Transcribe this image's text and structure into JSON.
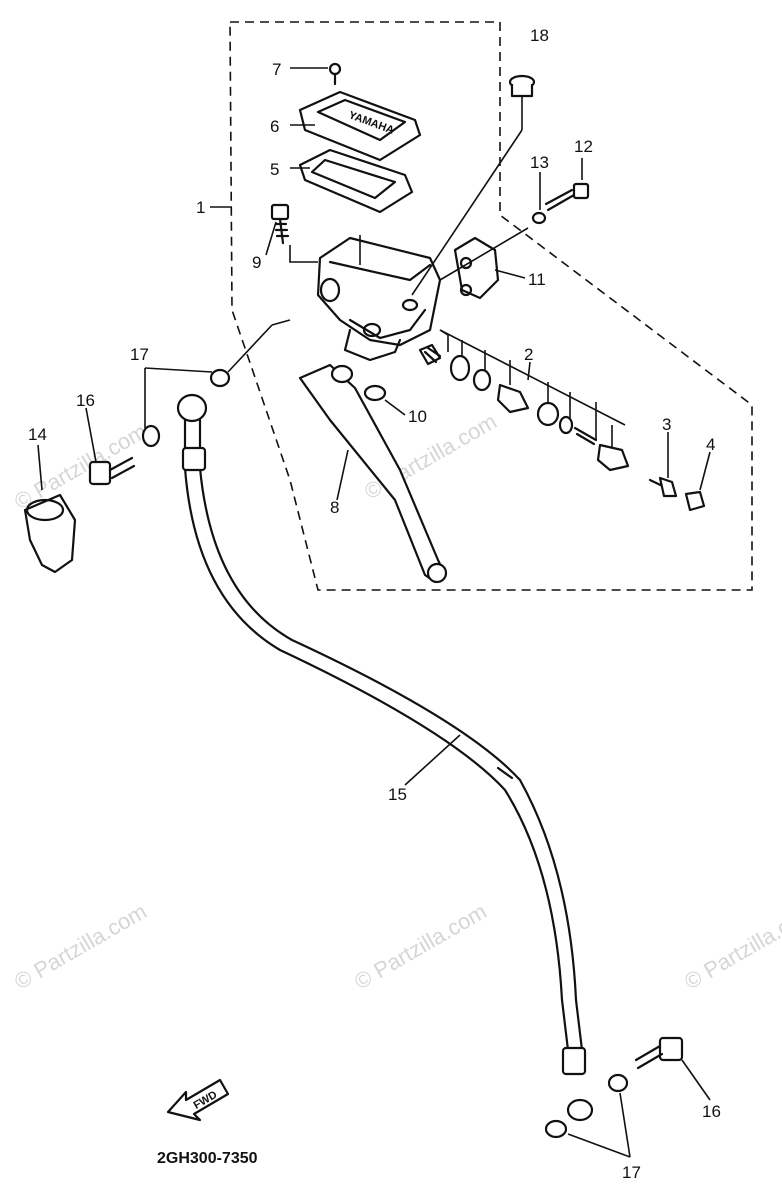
{
  "diagram": {
    "drawing_code": "2GH300-7350",
    "forward_label": "FWD",
    "watermark": "© Partzilla.com",
    "callouts": [
      "1",
      "2",
      "3",
      "4",
      "5",
      "6",
      "7",
      "8",
      "9",
      "10",
      "11",
      "12",
      "13",
      "14",
      "15",
      "16",
      "16",
      "17",
      "17",
      "18"
    ]
  }
}
